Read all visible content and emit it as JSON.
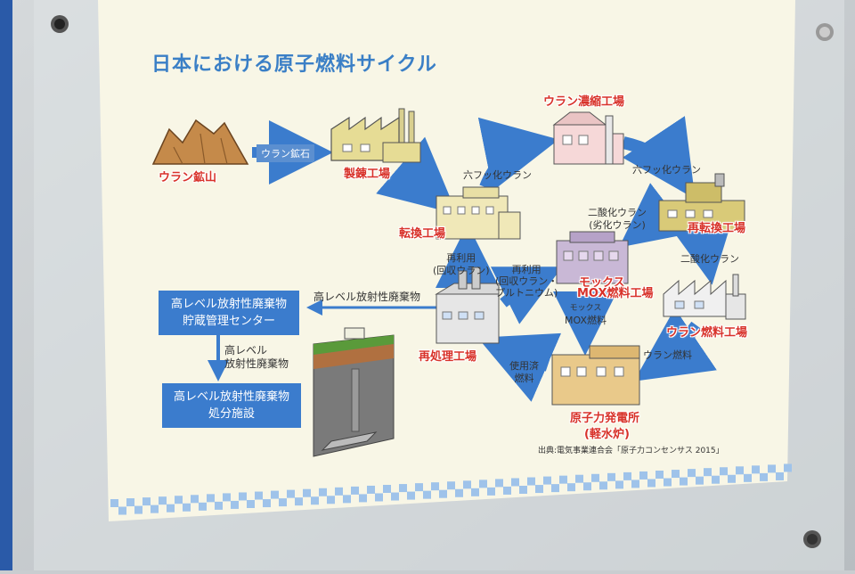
{
  "title": "日本における原子燃料サイクル",
  "facilities": {
    "mine": "ウラン鉱山",
    "refining": "製錬工場",
    "conversion": "転換工場",
    "enrichment": "ウラン濃縮工場",
    "reconversion": "再転換工場",
    "fuel_factory": "ウラン燃料工場",
    "power_plant_line1": "原子力発電所",
    "power_plant_line2": "(軽水炉)",
    "mox_ruby": "モックス",
    "mox_factory": "MOX燃料工場",
    "reprocessing": "再処理工場"
  },
  "flow_labels": {
    "uranium_ore": "ウラン鉱石",
    "uf6_a": "六フッ化ウラン",
    "uf6_b": "六フッ化ウラン",
    "uo2_depleted_1": "二酸化ウラン",
    "uo2_depleted_2": "(劣化ウラン)",
    "uo2": "二酸化ウラン",
    "uranium_fuel": "ウラン燃料",
    "mox_ruby": "モックス",
    "mox_fuel": "MOX燃料",
    "spent_fuel_1": "使用済",
    "spent_fuel_2": "燃料",
    "reuse_u_1": "再利用",
    "reuse_u_2": "(回収ウラン)",
    "reuse_pu_1": "再利用",
    "reuse_pu_2": "(回収ウラン・",
    "reuse_pu_3": "プルトニウム)",
    "hlw_arrow": "高レベル放射性廃棄物",
    "hlw_down_1": "高レベル",
    "hlw_down_2": "放射性廃棄物"
  },
  "storage_center": {
    "line1": "高レベル放射性廃棄物",
    "line2": "貯蔵管理センター"
  },
  "disposal": {
    "line1": "高レベル放射性廃棄物",
    "line2": "処分施設"
  },
  "source": "出典:電気事業連合会「原子力コンセンサス 2015」",
  "colors": {
    "accent_blue": "#3b7ccd",
    "label_red": "#d8322a",
    "poster_bg": "#f8f6e6"
  }
}
